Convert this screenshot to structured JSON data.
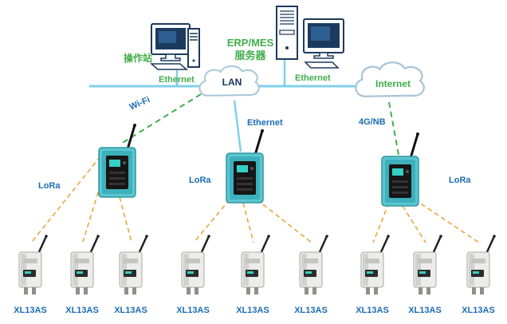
{
  "colors": {
    "green": "#3fae49",
    "blue": "#1b6cb5",
    "navy": "#17365d",
    "lineblue": "#7fd0ec",
    "dashorange": "#e8a83c",
    "dashgreen": "#3fae49",
    "cloudstroke": "#a9c6d8"
  },
  "nodes": {
    "workstation": {
      "label": "操作站"
    },
    "server": {
      "line1": "ERP/MES",
      "line2": "服务器"
    },
    "lan": {
      "label": "LAN"
    },
    "internet": {
      "label": "Internet"
    }
  },
  "links": {
    "ethernet_left": "Ethernet",
    "ethernet_right": "Ethernet",
    "wifi": "Wi-Fi",
    "ethernet_mid": "Ethernet",
    "cellular": "4G/NB",
    "lora_left": "LoRa",
    "lora_middle": "LoRa",
    "lora_right": "LoRa"
  },
  "sensors": [
    {
      "label": "XL13AS"
    },
    {
      "label": "XL13AS"
    },
    {
      "label": "XL13AS"
    },
    {
      "label": "XL13AS"
    },
    {
      "label": "XL13AS"
    },
    {
      "label": "XL13AS"
    },
    {
      "label": "XL13AS"
    },
    {
      "label": "XL13AS"
    },
    {
      "label": "XL13AS"
    }
  ]
}
